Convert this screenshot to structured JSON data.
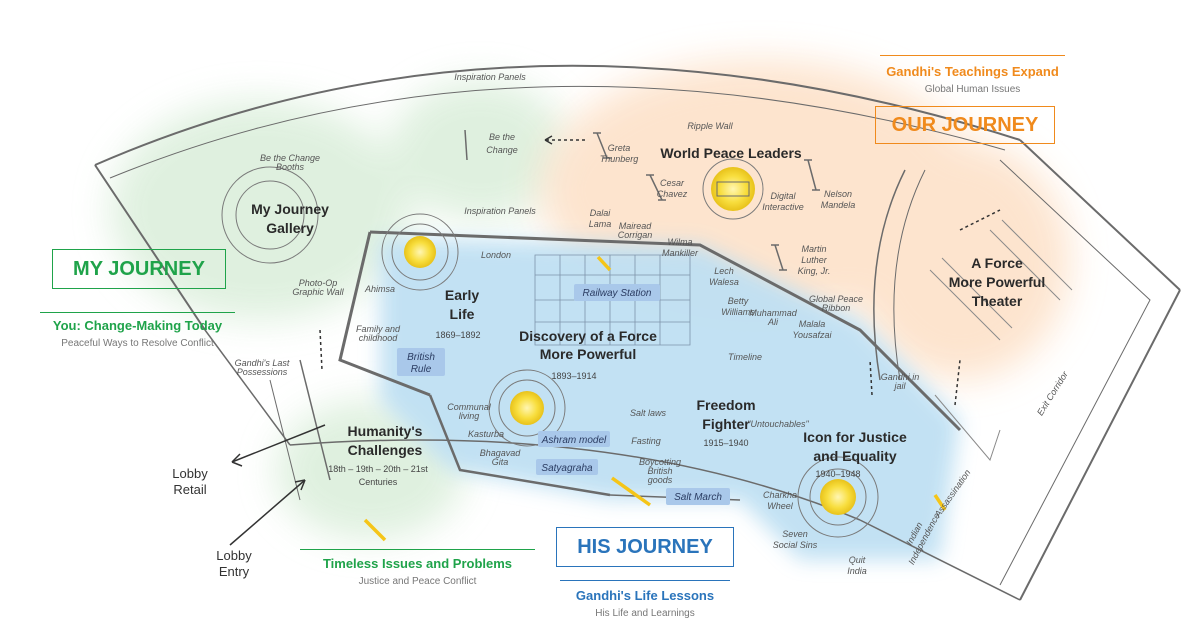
{
  "journeys": {
    "my": {
      "title": "MY JOURNEY",
      "subtitle": "You: Change-Making Today",
      "note": "Peaceful Ways to Resolve Conflict",
      "color": "#1fa34a"
    },
    "our": {
      "title": "OUR JOURNEY",
      "subtitle": "Gandhi's Teachings Expand",
      "note": "Global Human Issues",
      "color": "#f08a1c"
    },
    "his": {
      "title": "HIS JOURNEY",
      "subtitle": "Gandhi's Life Lessons",
      "note": "His Life and Learnings",
      "color": "#2a74bb"
    },
    "timeless": {
      "subtitle": "Timeless Issues and Problems",
      "note": "Justice and Peace Conflict",
      "color": "#1fa34a"
    }
  },
  "zones": {
    "my_journey_gallery": [
      "My Journey",
      "Gallery"
    ],
    "world_peace_leaders": "World Peace Leaders",
    "theater": [
      "A Force",
      "More Powerful",
      "Theater"
    ],
    "early_life": [
      "Early",
      "Life"
    ],
    "early_life_years": "1869–1892",
    "discovery": [
      "Discovery of a Force",
      "More Powerful"
    ],
    "discovery_years": "1893–1914",
    "freedom_fighter": [
      "Freedom",
      "Fighter"
    ],
    "freedom_fighter_years": "1915–1940",
    "icon_justice": [
      "Icon for Justice",
      "and Equality"
    ],
    "icon_justice_years": "1940–1948",
    "humanity": [
      "Humanity's",
      "Challenges"
    ],
    "humanity_years": [
      "18th – 19th – 20th – 21st",
      "Centuries"
    ]
  },
  "chips": {
    "railway": "Railway Station",
    "british_rule": [
      "British",
      "Rule"
    ],
    "ashram": "Ashram model",
    "satyagraha": "Satyagraha",
    "salt_march": "Salt March"
  },
  "labels": {
    "inspiration_top": "Inspiration Panels",
    "inspiration_mid": "Inspiration Panels",
    "be_the_change": [
      "Be the",
      "Change"
    ],
    "be_change_booths": [
      "Be the Change",
      "Booths"
    ],
    "photo_op": [
      "Photo-Op",
      "Graphic Wall"
    ],
    "last_possessions": [
      "Gandhi's Last",
      "Possessions"
    ],
    "ripple_wall": "Ripple Wall",
    "greta": [
      "Greta",
      "Thunberg"
    ],
    "cesar": [
      "Cesar",
      "Chavez"
    ],
    "digital": [
      "Digital",
      "Interactive"
    ],
    "nelson": [
      "Nelson",
      "Mandela"
    ],
    "dalai": [
      "Dalai",
      "Lama"
    ],
    "mairead": [
      "Mairead",
      "Corrigan"
    ],
    "wilma": [
      "Wilma",
      "Mankiller"
    ],
    "mlk": [
      "Martin",
      "Luther",
      "King, Jr."
    ],
    "lech": [
      "Lech",
      "Walesa"
    ],
    "betty": [
      "Betty",
      "Williams"
    ],
    "muhammad": [
      "Muhammad",
      "Ali"
    ],
    "ribbon": [
      "Global Peace",
      "Ribbon"
    ],
    "malala": [
      "Malala",
      "Yousafzai"
    ],
    "london": "London",
    "ahimsa": "Ahimsa",
    "family": [
      "Family and",
      "childhood"
    ],
    "timeline": "Timeline",
    "gandhi_jail": [
      "Gandhi in",
      "jail"
    ],
    "communal": [
      "Communal",
      "living"
    ],
    "kasturba": "Kasturba",
    "gita": [
      "Bhagavad",
      "Gita"
    ],
    "salt_laws": "Salt laws",
    "fasting": "Fasting",
    "boycotting": [
      "Boycotting",
      "British",
      "goods"
    ],
    "untouchables": "\"Untouchables\"",
    "charkha": [
      "Charkha",
      "Wheel"
    ],
    "seven_sins": [
      "Seven",
      "Social Sins"
    ],
    "quit_india": [
      "Quit",
      "India"
    ],
    "independence": [
      "Indian",
      "Independence"
    ],
    "assassination": "Assassination",
    "exit": "Exit Corridor",
    "lobby_retail": [
      "Lobby",
      "Retail"
    ],
    "lobby_entry": [
      "Lobby",
      "Entry"
    ]
  },
  "colors": {
    "green_wash": "#dcefdc",
    "orange_wash": "#fde3cc",
    "blue_wash": "#bfe0f3",
    "wall": "#6b6b6b",
    "chip": "#a9c8ea",
    "yellow": "#f5c518"
  }
}
